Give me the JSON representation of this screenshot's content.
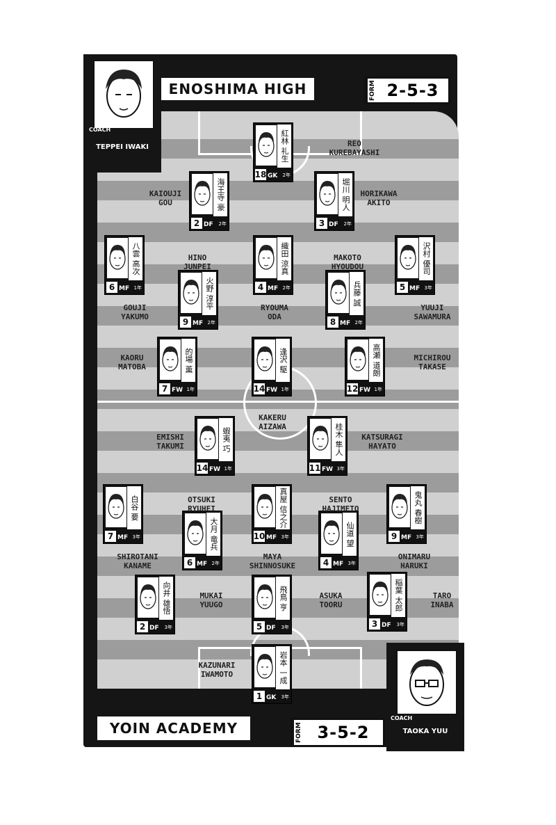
{
  "top_team": {
    "name": "ENOSHIMA HIGH",
    "form_tag": "FORM",
    "formation": "2-5-3",
    "coach": {
      "label": "COACH",
      "name": "TEPPEI IWAKI"
    }
  },
  "bottom_team": {
    "name": "YOIN ACADEMY",
    "form_tag": "FORM",
    "formation": "3-5-2",
    "coach": {
      "label": "COACH",
      "name": "TAOKA YUU"
    }
  },
  "players": [
    {
      "name1": "REO",
      "name2": "KUREBAYASHI",
      "kanji": "紅林 礼生",
      "num": "18",
      "pos": "GK",
      "grade": "2年"
    },
    {
      "name1": "KAIOUJI",
      "name2": "GOU",
      "kanji": "海王寺 豪",
      "num": "2",
      "pos": "DF",
      "grade": "2年"
    },
    {
      "name1": "HORIKAWA",
      "name2": "AKITO",
      "kanji": "堀川 明人",
      "num": "3",
      "pos": "DF",
      "grade": "2年"
    },
    {
      "name1": "GOUJI",
      "name2": "YAKUMO",
      "kanji": "八雲 高次",
      "num": "6",
      "pos": "MF",
      "grade": "1年"
    },
    {
      "name1": "HINO",
      "name2": "JUNPEI",
      "kanji": "火野 淳平",
      "num": "9",
      "pos": "MF",
      "grade": "2年"
    },
    {
      "name1": "RYOUMA",
      "name2": "ODA",
      "kanji": "織田 涼真",
      "num": "4",
      "pos": "MF",
      "grade": "2年"
    },
    {
      "name1": "MAKOTO",
      "name2": "HYOUDOU",
      "kanji": "兵藤 誠",
      "num": "8",
      "pos": "MF",
      "grade": "2年"
    },
    {
      "name1": "YUUJI",
      "name2": "SAWAMURA",
      "kanji": "沢村 優司",
      "num": "5",
      "pos": "MF",
      "grade": "3年"
    },
    {
      "name1": "KAORU",
      "name2": "MATOBA",
      "kanji": "的場 薫",
      "num": "7",
      "pos": "FW",
      "grade": "1年"
    },
    {
      "name1": "KAKERU",
      "name2": "AIZAWA",
      "kanji": "逢沢 駆",
      "num": "14",
      "pos": "FW",
      "grade": "1年"
    },
    {
      "name1": "MICHIROU",
      "name2": "TAKASE",
      "kanji": "高瀬 道朗",
      "num": "12",
      "pos": "FW",
      "grade": "1年"
    },
    {
      "name1": "EMISHI",
      "name2": "TAKUMI",
      "kanji": "蝦夷 巧",
      "num": "14",
      "pos": "FW",
      "grade": "1年"
    },
    {
      "name1": "KATSURAGI",
      "name2": "HAYATO",
      "kanji": "桂木 隼人",
      "num": "11",
      "pos": "FW",
      "grade": "3年"
    },
    {
      "name1": "SHIROTANI",
      "name2": "KANAME",
      "kanji": "白谷 要",
      "num": "7",
      "pos": "MF",
      "grade": "3年"
    },
    {
      "name1": "OTSUKI",
      "name2": "RYUHEI",
      "kanji": "大月 竜兵",
      "num": "6",
      "pos": "MF",
      "grade": "2年"
    },
    {
      "name1": "MAYA",
      "name2": "SHINNOSUKE",
      "kanji": "真屋 信之介",
      "num": "10",
      "pos": "MF",
      "grade": "3年"
    },
    {
      "name1": "SENTO",
      "name2": "HAJIMETO",
      "kanji": "仙道 望",
      "num": "4",
      "pos": "MF",
      "grade": "3年"
    },
    {
      "name1": "ONIMARU",
      "name2": "HARUKI",
      "kanji": "鬼丸 春樹",
      "num": "9",
      "pos": "MF",
      "grade": "3年"
    },
    {
      "name1": "MUKAI",
      "name2": "YUUGO",
      "kanji": "向井 雄悟",
      "num": "2",
      "pos": "DF",
      "grade": "3年"
    },
    {
      "name1": "ASUKA",
      "name2": "TOORU",
      "kanji": "飛鳥 亨",
      "num": "5",
      "pos": "DF",
      "grade": "3年"
    },
    {
      "name1": "TARO",
      "name2": "INABA",
      "kanji": "稲葉 太郎",
      "num": "3",
      "pos": "DF",
      "grade": "3年"
    },
    {
      "name1": "KAZUNARI",
      "name2": "IWAMOTO",
      "kanji": "岩本 一成",
      "num": "1",
      "pos": "GK",
      "grade": "3年"
    }
  ]
}
